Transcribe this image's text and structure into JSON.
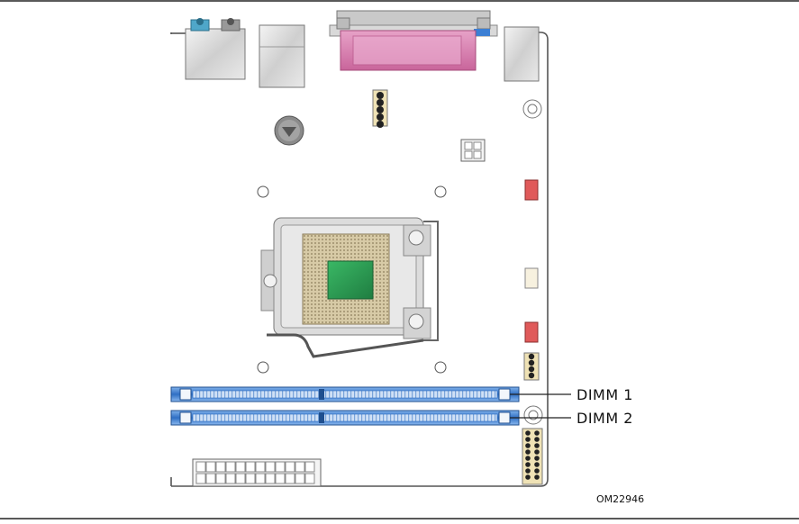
{
  "figure": {
    "labels": {
      "dimm1": "DIMM 1",
      "dimm2": "DIMM 2"
    },
    "figure_id": "OM22946"
  },
  "colors": {
    "dimm_slot": "#3b7fd4",
    "dimm_slot_light": "#a9c9ef",
    "parallel_port": "#d67fae",
    "cpu_die": "#2e9a52",
    "socket_pins": "#b8a883",
    "fan_header_red": "#e05a5a",
    "board_outline": "#555555"
  }
}
